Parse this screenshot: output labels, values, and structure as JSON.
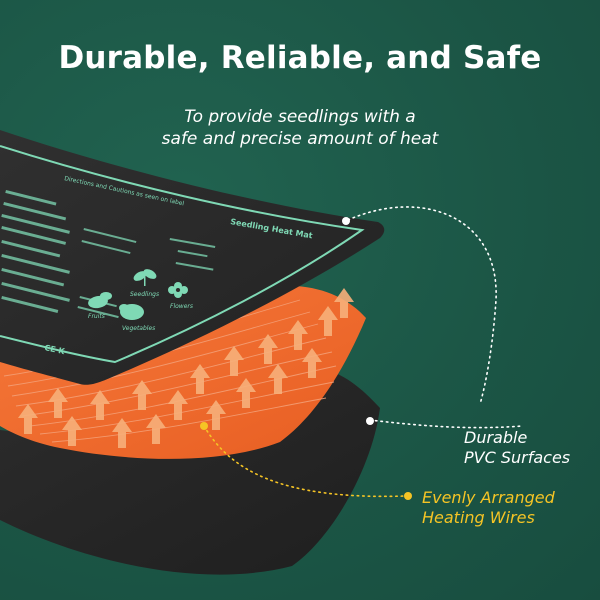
{
  "header": {
    "title": "Durable, Reliable, and Safe",
    "subtitle_line1": "To provide seedlings with a",
    "subtitle_line2": "safe and precise amount of heat"
  },
  "mat": {
    "title": "Seedling Heat Mat",
    "caption": "Directions and Cautions as seen on label",
    "plant_labels": [
      "Seedlings",
      "Flowers",
      "Fruits",
      "Vegetables"
    ],
    "cert_marks": "CE K"
  },
  "callouts": {
    "pvc_line1": "Durable",
    "pvc_line2": "PVC Surfaces",
    "wires_line1": "Evenly Arranged",
    "wires_line2": "Heating Wires"
  },
  "colors": {
    "background": "#1d5948",
    "mat_dark": "#2b2b2b",
    "heating_layer": "#f26b2a",
    "arrows": "#f7b07a",
    "mat_print": "#7fd9b5",
    "accent_yellow": "#f5c425"
  }
}
